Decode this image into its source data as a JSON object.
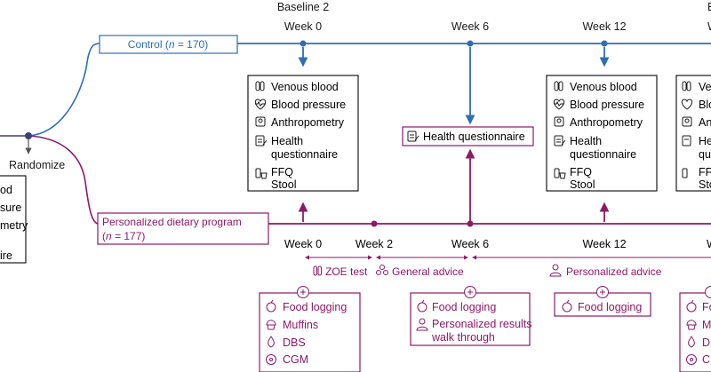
{
  "colors": {
    "control": "#2f6db5",
    "intervention": "#8c1a66",
    "node": "#3d3d7a",
    "text": "#1a1a1a"
  },
  "top_labels": {
    "baseline": "Baseline 2",
    "week0": "Week 0",
    "week6": "Week 6",
    "week12": "Week 12",
    "right_cut": "B"
  },
  "control": {
    "label_prefix": "Control (",
    "n": "n",
    "label_suffix": " = 170)"
  },
  "intervention": {
    "label_line1": "Personalized dietary program",
    "label_line2_prefix": "(",
    "n": "n",
    "label_line2_suffix": " = 177)"
  },
  "randomize": "Randomize",
  "left_box_fragments": [
    "od",
    "sure",
    "metry",
    "ire"
  ],
  "baseline_measures": {
    "venous_blood": "Venous blood",
    "blood_pressure": "Blood pressure",
    "anthropometry": "Anthropometry",
    "health_line1": "Health",
    "health_line2": "questionnaire",
    "ffq": "FFQ",
    "stool": "Stool"
  },
  "week6_measure": "Health questionnaire",
  "right_box_fragments": [
    "Ve",
    "Blo",
    "An",
    "He",
    "qu",
    "FF",
    "Sto"
  ],
  "bottom_weeks": {
    "week0": "Week 0",
    "week2": "Week 2",
    "week6": "Week 6",
    "week12": "Week 12",
    "right_cut": "W"
  },
  "phases": {
    "zoe": "ZOE test",
    "general": "General advice",
    "personalized": "Personalized advice"
  },
  "activities": {
    "food_logging": "Food logging",
    "muffins": "Muffins",
    "dbs": "DBS",
    "cgm": "CGM",
    "results_line1": "Personalized results",
    "results_line2": "walk through",
    "right_fragments": [
      "Fo",
      "M",
      "D",
      "C"
    ]
  },
  "icons": {
    "tube": "test-tube-icon",
    "heart": "heart-pulse-icon",
    "scale": "scale-icon",
    "clipboard": "clipboard-icon",
    "ffq": "food-frequency-icon",
    "apple": "apple-icon",
    "muffin": "muffin-icon",
    "drop": "blood-drop-icon",
    "cgm": "glucose-monitor-icon",
    "people": "people-icon",
    "person": "person-icon",
    "plus": "plus-circle-icon"
  }
}
